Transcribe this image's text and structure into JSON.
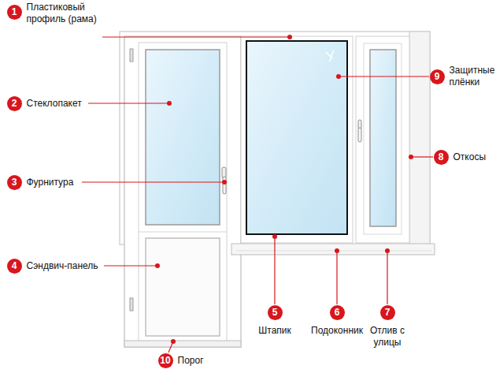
{
  "diagram": {
    "nodes": [
      {
        "text": [
          "1",
          "Пластиковый профиль (рама)"
        ]
      },
      {
        "text": [
          "2",
          "Стеклопакет"
        ]
      },
      {
        "text": [
          "3",
          "Фурнитура"
        ]
      },
      {
        "text": [
          "4",
          "Сэндвич-панель"
        ]
      },
      {
        "text": [
          "5",
          "Штапик"
        ]
      },
      {
        "text": [
          "6",
          "Подоконник"
        ]
      },
      {
        "text": [
          "7",
          "Отлив с улицы"
        ]
      },
      {
        "text": [
          "8",
          "Откосы"
        ]
      },
      {
        "text": [
          "9",
          "Защитные плёнки"
        ]
      },
      {
        "text": [
          "10",
          "Порог"
        ]
      }
    ]
  }
}
